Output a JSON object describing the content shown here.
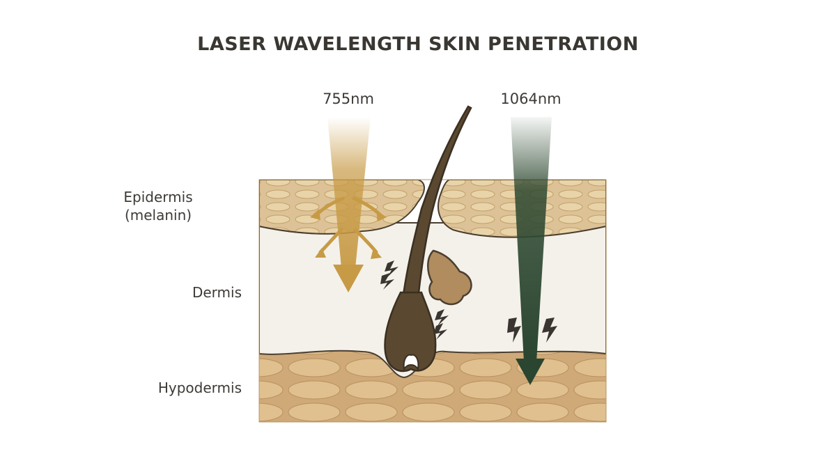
{
  "title": "LASER WAVELENGTH SKIN PENETRATION",
  "wavelengths": {
    "short": "755nm",
    "long": "1064nm"
  },
  "layers": {
    "epidermis_line1": "Epidermis",
    "epidermis_line2": "(melanin)",
    "dermis": "Dermis",
    "hypodermis": "Hypodermis"
  },
  "colors": {
    "beam_755": "#c79a45",
    "beam_1064": "#2f4a32",
    "epidermis": "#dcc296",
    "dermis": "#f4f1ea",
    "hypodermis": "#d3b17f",
    "hair": "#5a4830",
    "outline": "#4a3e30"
  },
  "icons": [
    "lightning-bolt-icon",
    "arrow-down-icon"
  ]
}
